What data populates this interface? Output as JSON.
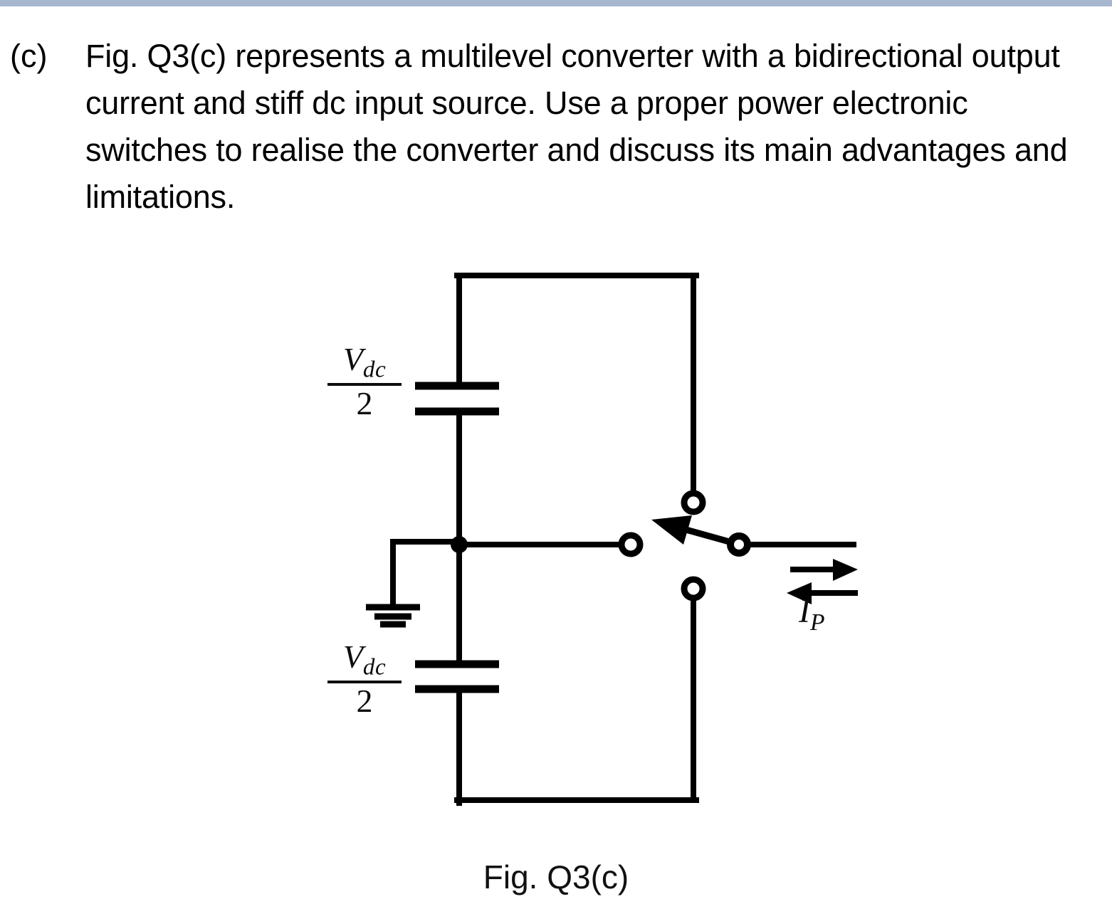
{
  "page": {
    "top_rule_color": "#a6b7cf",
    "background_color": "#ffffff",
    "ink_color": "#000000"
  },
  "question": {
    "marker": "(c)",
    "text": "Fig. Q3(c) represents a multilevel converter with a bidirectional output current and stiff dc input source. Use a proper power electronic switches to realise the converter and discuss its main advantages and limitations."
  },
  "figure": {
    "caption": "Fig. Q3(c)",
    "labels": {
      "cap_top_numerator_main": "V",
      "cap_top_numerator_sub": "dc",
      "cap_top_denominator": "2",
      "cap_bottom_numerator_main": "V",
      "cap_bottom_numerator_sub": "dc",
      "cap_bottom_denominator": "2",
      "current_main": "I",
      "current_sub": "P"
    },
    "components": {
      "capacitor_top": "capacitor-top",
      "capacitor_bottom": "capacitor-bottom",
      "ground": "ground-symbol",
      "node": "midpoint-node",
      "switch": "single-pole-three-throw-switch",
      "contact_upper": "switch-contact-upper",
      "contact_middle": "switch-contact-middle",
      "contact_lower": "switch-contact-lower",
      "pivot": "switch-pivot",
      "output_wire": "output-wire",
      "arrow_forward": "current-arrow-forward",
      "arrow_reverse": "current-arrow-reverse"
    }
  }
}
